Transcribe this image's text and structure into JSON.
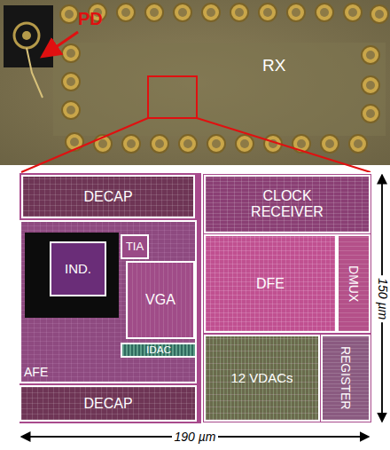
{
  "diagram": {
    "nodes": [
      {
        "text": [
          "DECAP"
        ]
      },
      {
        "text": [
          "AFE"
        ]
      },
      {
        "text": [
          "IND."
        ],
        "in": 1
      },
      {
        "text": [
          "TIA"
        ],
        "in": 1
      },
      {
        "text": [
          "VGA"
        ],
        "in": 1
      },
      {
        "text": [
          "IDAC"
        ],
        "in": 1
      },
      {
        "text": [
          "DECAP"
        ]
      },
      {
        "text": [
          "CLOCK RECEIVER"
        ]
      },
      {
        "text": [
          "DFE"
        ]
      },
      {
        "text": [
          "DMUX"
        ]
      },
      {
        "text": [
          "12 VDACs"
        ]
      },
      {
        "text": [
          "REGISTER"
        ]
      }
    ],
    "labels": [
      "PD",
      "RX",
      "190 µm",
      "150 µm"
    ]
  }
}
